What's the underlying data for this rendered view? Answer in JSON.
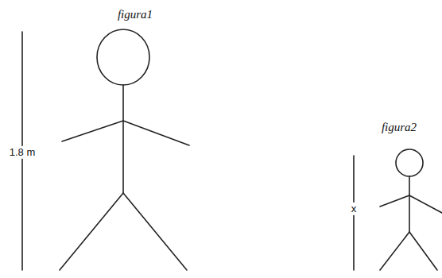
{
  "diagram": {
    "labels": [
      "figura1",
      "1.8 m",
      "figura2",
      "x"
    ]
  }
}
